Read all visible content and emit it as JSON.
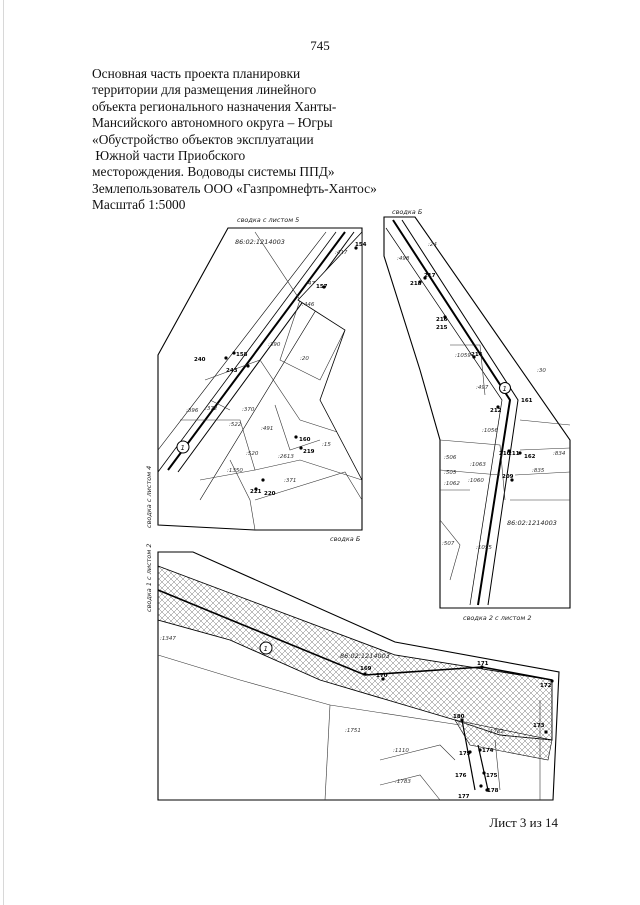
{
  "page_number": "745",
  "title_lines": [
    "Основная часть проекта планировки",
    "территории для размещения линейного",
    "объекта регионального назначения Ханты-",
    "Мансийского автономного округа – Югры",
    "«Обустройство объектов эксплуатации",
    " Южной части Приобского",
    "месторождения. Водоводы системы ППД»",
    "Землепользователь ООО «Газпромнефть-Хантос»",
    "Масштаб 1:5000"
  ],
  "map": {
    "labels": {
      "svodka_list5": "сводка с листом 5",
      "svodka_B_top": "сводка Б",
      "svodka_B_left": "сводка Б",
      "svodka_list4": "сводка с листом 4",
      "svodka_list2": "сводка 2 с листом 2",
      "svodka_1_list2": "сводка 1 с листом 2"
    },
    "cadastral": [
      "86:02:1214003",
      "86:02:1214003",
      "86:02:1214003"
    ],
    "zone_marks": [
      "1",
      "1",
      "1"
    ],
    "points": {
      "p154": "154",
      "p157": "157",
      "p240": "240",
      "p158": "158",
      "p243": "243",
      "p160": "160",
      "p161": "161",
      "p221": "221",
      "p220": "220",
      "p219": "219",
      "p217": "217",
      "p218": "218",
      "p216": "216",
      "p215": "215",
      "p214": "214",
      "p212": "212",
      "p211": "211",
      "p210": "210",
      "p209": "209",
      "p162": "162",
      "p169": "169",
      "p170": "170",
      "p171": "171",
      "p172": "172",
      "p173": "173",
      "p180": "180",
      "p179": "179",
      "p174": "174",
      "p175": "175",
      "p176": "176",
      "p177": "177",
      "p178": "178"
    },
    "parcels": {
      "a417": ":417",
      "a47": ":47",
      "a446": ":446",
      "a390": ":390",
      "a20": ":20",
      "a521": ":521",
      "a396": ":396",
      "a370": ":370",
      "a372": ":372",
      "a522": ":522",
      "a491": ":491",
      "a15": ":15",
      "a520": ":520",
      "a2613": ":2613",
      "a1350": ":1350",
      "a371": ":371",
      "a24": ":24",
      "a498": ":498",
      "a30": ":30",
      "a497": ":497",
      "a1059": ":1059",
      "a1056": ":1056",
      "a506": ":506",
      "a1063": ":1063",
      "a505": ":505",
      "a1062": ":1062",
      "a1060": ":1060",
      "a834": ":834",
      "a835": ":835",
      "a507": ":507",
      "a1055": ":1055",
      "a1347": ":1347",
      "a1751": ":1751",
      "a1110": ":1110",
      "a1783": ":1783",
      "a1782": ":1782"
    }
  },
  "sheet_counter": "Лист 3 из 14"
}
